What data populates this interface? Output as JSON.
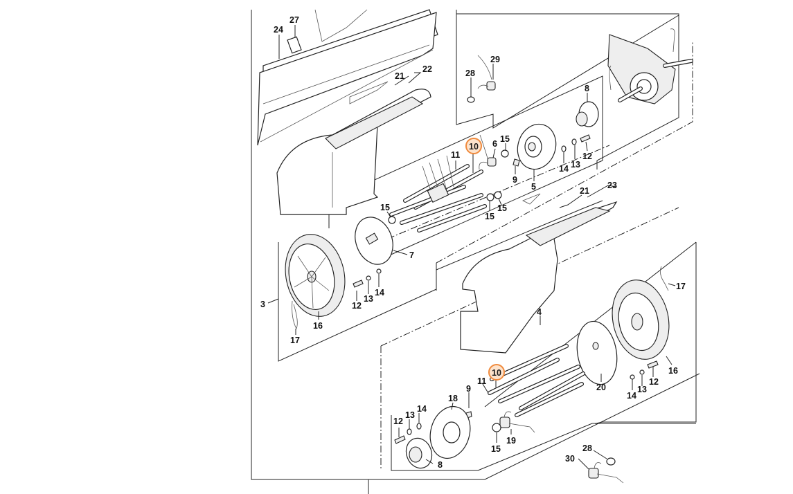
{
  "diagram": {
    "title": "Mower drive axle / rear wheel assembly exploded parts diagram",
    "highlight_color": "#f08a3c",
    "highlight_fill": "#fde3cc",
    "highlighted_part": "10",
    "callouts": {
      "top_left": {
        "p24": "24",
        "p27": "27",
        "p21": "21",
        "p22": "22"
      },
      "top_right": {
        "p28": "28",
        "p29": "29",
        "p8": "8"
      },
      "middle": {
        "p10": "10",
        "p6": "6",
        "p15a": "15",
        "p11": "11",
        "p9": "9",
        "p5": "5",
        "p14": "14",
        "p13": "13",
        "p12": "12",
        "p15b": "15",
        "p15c": "15",
        "p15d": "15",
        "p21": "21",
        "p23": "23"
      },
      "left_wheel": {
        "p3": "3",
        "p7": "7",
        "p12": "12",
        "p13": "13",
        "p14": "14",
        "p16": "16",
        "p17": "17"
      },
      "right_wheel": {
        "p4": "4",
        "p17": "17",
        "p20": "20",
        "p16": "16",
        "p12": "12",
        "p13": "13",
        "p14": "14"
      },
      "bottom": {
        "p10": "10",
        "p11": "11",
        "p9": "9",
        "p18": "18",
        "p14": "14",
        "p13": "13",
        "p12": "12",
        "p8": "8",
        "p15": "15",
        "p19": "19",
        "p28": "28",
        "p30": "30"
      }
    }
  }
}
